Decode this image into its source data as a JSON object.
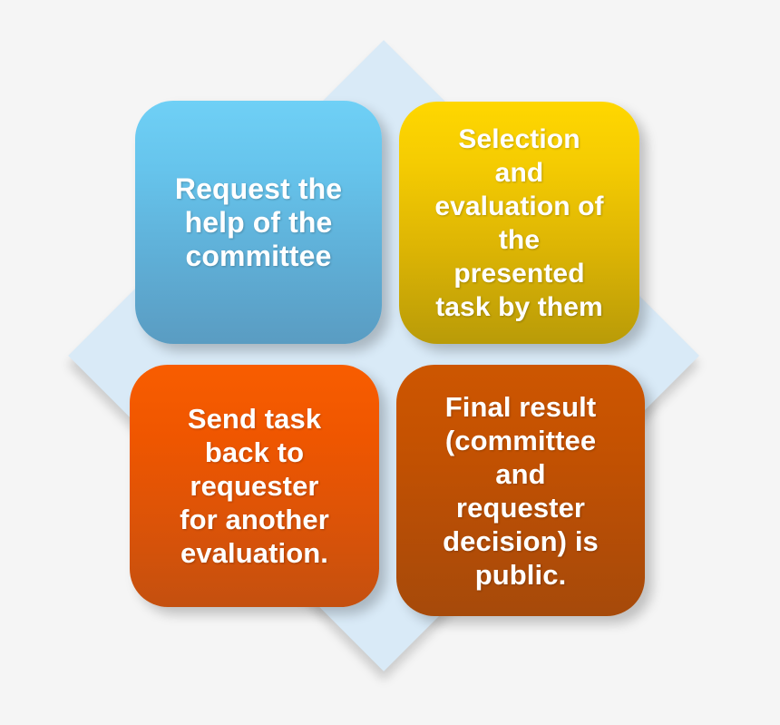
{
  "diagram": {
    "type": "four-quadrant-process",
    "background_color": "#f5f5f5",
    "center_shape": {
      "name": "diamond",
      "color": "#d9eaf7"
    },
    "tiles": [
      {
        "id": "request",
        "position": "top-left",
        "text": "Request the\nhelp of the\ncommittee",
        "color_top": "#6fd0f6",
        "color_bottom": "#5a9cc2",
        "text_color": "#ffffff"
      },
      {
        "id": "selection",
        "position": "top-right",
        "text": "Selection\nand\nevaluation of\nthe\npresented\ntask by them",
        "color_top": "#ffd700",
        "color_bottom": "#b99b08",
        "text_color": "#ffffff"
      },
      {
        "id": "sendback",
        "position": "bottom-left",
        "text": "Send task\nback to\nrequester\nfor another\nevaluation.",
        "color_top": "#f85d00",
        "color_bottom": "#c4500f",
        "text_color": "#ffffff"
      },
      {
        "id": "final",
        "position": "bottom-right",
        "text": "Final result\n(committee\nand\nrequester\ndecision) is\npublic.",
        "color_top": "#cd5601",
        "color_bottom": "#a64a0a",
        "text_color": "#ffffff"
      }
    ]
  }
}
